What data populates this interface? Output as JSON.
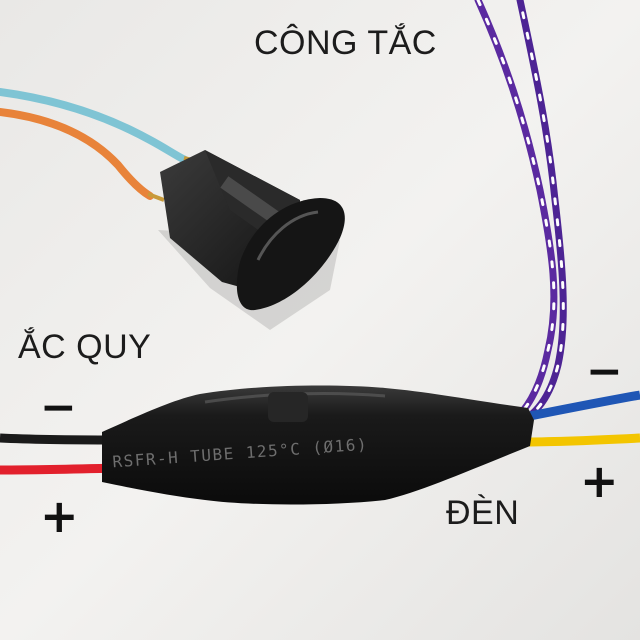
{
  "labels": {
    "switch": "CÔNG TẮC",
    "battery": "ẮC QUY",
    "lamp": "ĐÈN"
  },
  "signs": {
    "battery_negative": "−",
    "battery_positive": "+",
    "lamp_negative": "−",
    "lamp_positive": "+"
  },
  "tube": {
    "marking": "RSFR-H TUBE 125°C (Ø16)"
  },
  "colors": {
    "background": "#f1f0ee",
    "wire_black": "#1a1a1a",
    "wire_red": "#e2202c",
    "wire_blue": "#1f56b5",
    "wire_yellow": "#f3c500",
    "wire_purple": "#5b2aa0",
    "wire_cyan": "#7fc4d4",
    "wire_orange": "#e8833a",
    "heatshrink": "#141414"
  }
}
